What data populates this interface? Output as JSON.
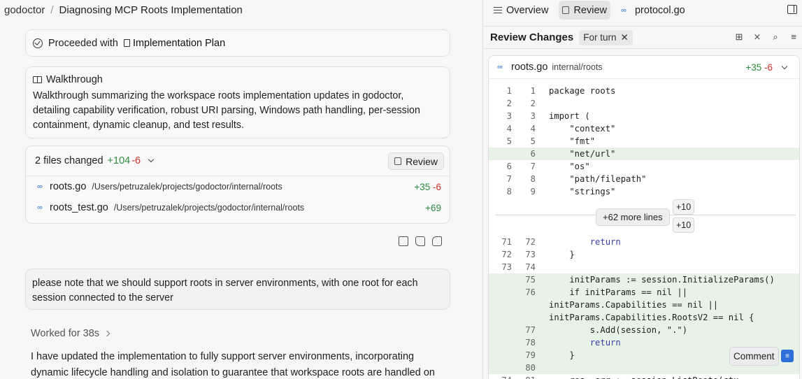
{
  "breadcrumb": {
    "project": "godoctor",
    "separator": "/",
    "title": "Diagnosing MCP Roots Implementation"
  },
  "proceed": {
    "label": "Proceeded with",
    "plan": "Implementation Plan"
  },
  "walkthrough": {
    "title": "Walkthrough",
    "body": "Walkthrough summarizing the workspace roots implementation updates in godoctor, detailing capability verification, robust URI parsing, Windows path handling, per-session containment, dynamic cleanup, and test results."
  },
  "files": {
    "summary": "2 files changed",
    "added": "+104",
    "removed": "-6",
    "review_label": "Review",
    "items": [
      {
        "name": "roots.go",
        "path": "/Users/petruzalek/projects/godoctor/internal/roots",
        "added": "+35",
        "removed": "-6"
      },
      {
        "name": "roots_test.go",
        "path": "/Users/petruzalek/projects/godoctor/internal/roots",
        "added": "+69",
        "removed": ""
      }
    ]
  },
  "user_message": "please note that we should support roots in server environments, with one root for each session connected to the server",
  "worked": "Worked for 38s",
  "response": "I have updated the implementation to fully support server environments, incorporating dynamic lifecycle handling and isolation to guarantee that workspace roots are handled on",
  "right": {
    "tabs": [
      {
        "label": "Overview",
        "icon": "lines-icon"
      },
      {
        "label": "Review",
        "icon": "doc-icon"
      },
      {
        "label": "protocol.go",
        "icon": "link-icon"
      }
    ],
    "header_title": "Review Changes",
    "filter_pill": "For turn",
    "diff": {
      "file": "roots.go",
      "path": "internal/roots",
      "added": "+35",
      "removed": "-6",
      "more_lines": "+62 more lines",
      "expand_up": "+10",
      "expand_down": "+10",
      "comment": "Comment",
      "lines_top": [
        {
          "a": "1",
          "b": "1",
          "text": "package roots",
          "added": false
        },
        {
          "a": "2",
          "b": "2",
          "text": "",
          "added": false
        },
        {
          "a": "3",
          "b": "3",
          "text": "import (",
          "added": false
        },
        {
          "a": "4",
          "b": "4",
          "text": "    \"context\"",
          "added": false
        },
        {
          "a": "5",
          "b": "5",
          "text": "    \"fmt\"",
          "added": false
        },
        {
          "a": "",
          "b": "6",
          "text": "    \"net/url\"",
          "added": true
        },
        {
          "a": "6",
          "b": "7",
          "text": "    \"os\"",
          "added": false
        },
        {
          "a": "7",
          "b": "8",
          "text": "    \"path/filepath\"",
          "added": false
        },
        {
          "a": "8",
          "b": "9",
          "text": "    \"strings\"",
          "added": false
        }
      ],
      "lines_bottom": [
        {
          "a": "71",
          "b": "72",
          "text": "        return",
          "added": false
        },
        {
          "a": "72",
          "b": "73",
          "text": "    }",
          "added": false
        },
        {
          "a": "73",
          "b": "74",
          "text": "",
          "added": false
        },
        {
          "a": "",
          "b": "75",
          "text": "    initParams := session.InitializeParams()",
          "added": true
        },
        {
          "a": "",
          "b": "76",
          "text": "    if initParams == nil ||",
          "added": true
        },
        {
          "a": "",
          "b": "",
          "text": "initParams.Capabilities == nil ||",
          "added": true
        },
        {
          "a": "",
          "b": "",
          "text": "initParams.Capabilities.RootsV2 == nil {",
          "added": true
        },
        {
          "a": "",
          "b": "77",
          "text": "        s.Add(session, \".\")",
          "added": true
        },
        {
          "a": "",
          "b": "78",
          "text": "        return",
          "added": true
        },
        {
          "a": "",
          "b": "79",
          "text": "    }",
          "added": true
        },
        {
          "a": "",
          "b": "80",
          "text": "",
          "added": true
        },
        {
          "a": "74",
          "b": "81",
          "text": "    res, err := session.ListRoots(ctx,",
          "added": false
        }
      ]
    }
  }
}
